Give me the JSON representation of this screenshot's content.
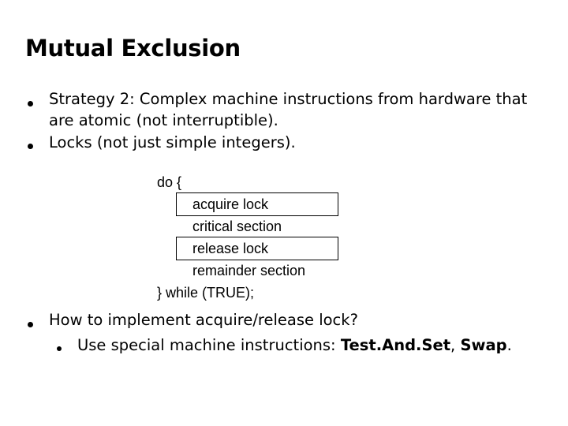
{
  "slide": {
    "title": "Mutual Exclusion",
    "bullets": [
      {
        "line1": "Strategy 2: Complex machine instructions from hardware that",
        "line2": "are atomic (not interruptible)."
      },
      {
        "line1": "Locks (not just simple integers)."
      },
      {
        "line1": "How to implement acquire/release lock?",
        "sub": {
          "prefix": "Use special machine instructions: ",
          "bold1": "Test.And.Set",
          "sep": ", ",
          "bold2": "Swap",
          "suffix": "."
        }
      }
    ],
    "code": {
      "open": "do {",
      "acquire": "acquire lock",
      "critical": "critical section",
      "release": "release lock",
      "remainder": "remainder section",
      "close": "} while (TRUE);"
    }
  }
}
